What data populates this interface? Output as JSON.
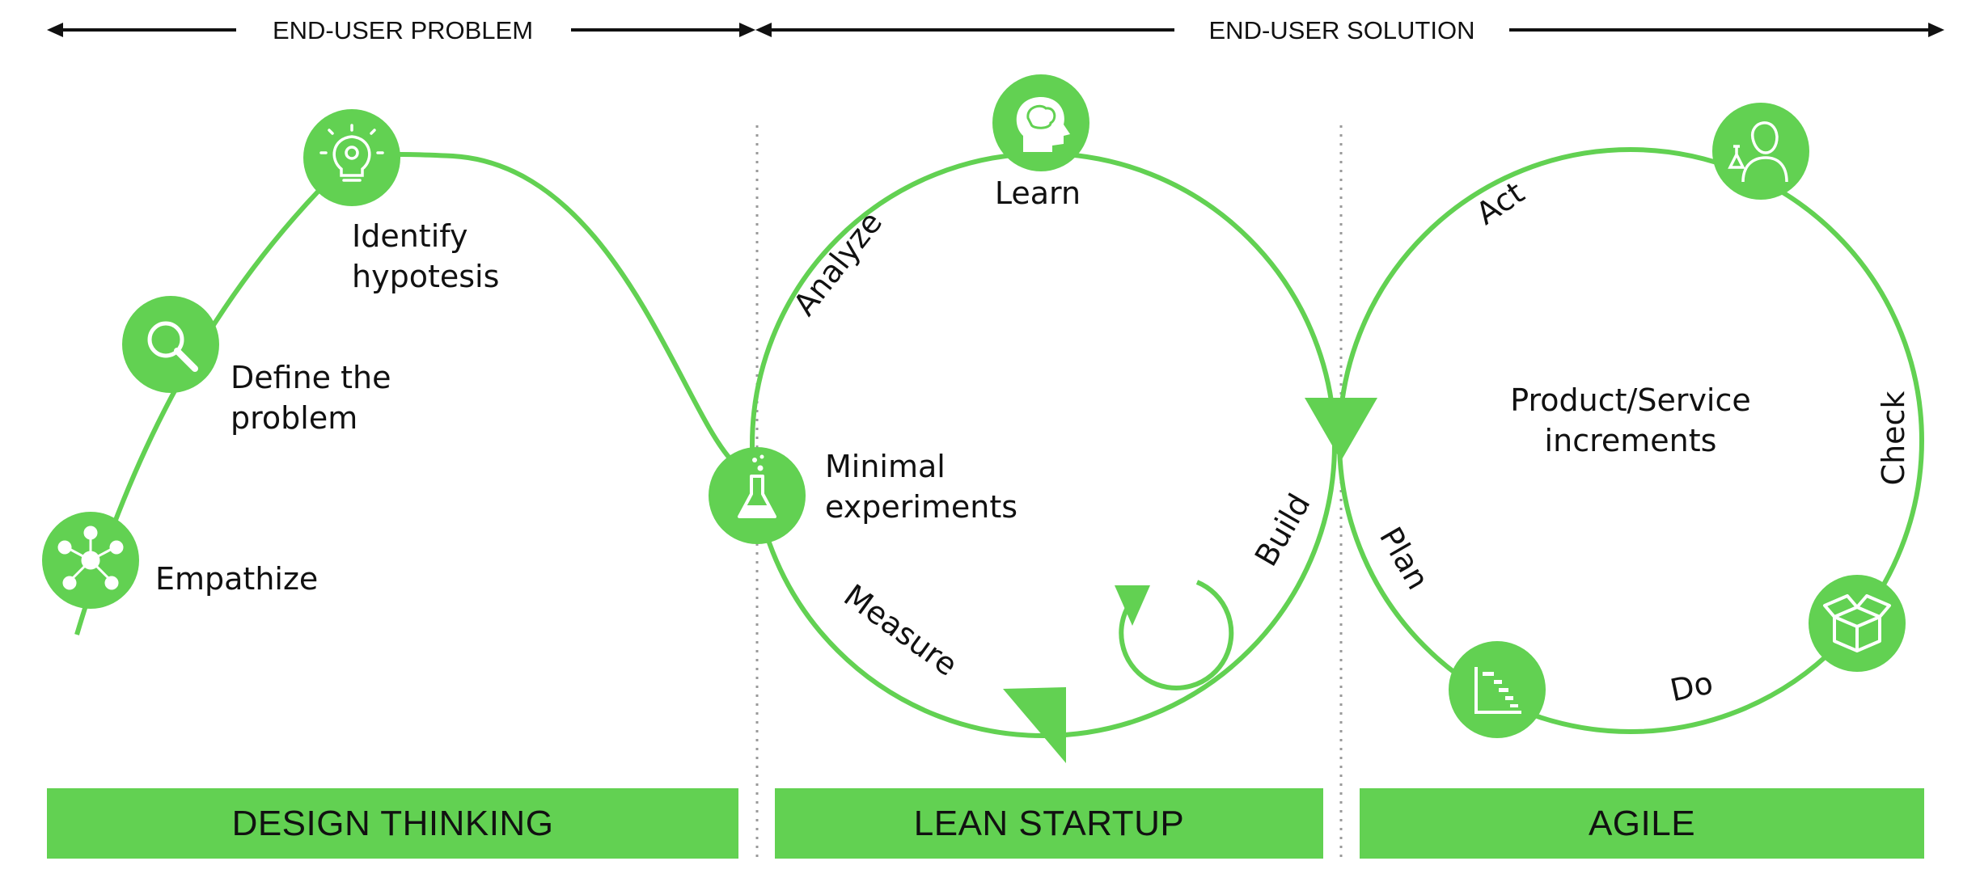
{
  "header": {
    "problem_label": "END-USER PROBLEM",
    "solution_label": "END-USER SOLUTION"
  },
  "design_thinking": {
    "steps": {
      "empathize": "Empathize",
      "define_line1": "Define the",
      "define_line2": "problem",
      "identify_line1": "Identify",
      "identify_line2": "hypotesis"
    },
    "icons": [
      "network-icon",
      "magnifier-icon",
      "lightbulb-icon"
    ]
  },
  "lean_startup": {
    "learn": "Learn",
    "analyze": "Analyze",
    "build": "Build",
    "measure": "Measure",
    "experiments_line1": "Minimal",
    "experiments_line2": "experiments",
    "icons": [
      "brain-head-icon",
      "flask-icon",
      "cycle-arrow-icon"
    ]
  },
  "agile": {
    "center_line1": "Product/Service",
    "center_line2": "increments",
    "act": "Act",
    "check": "Check",
    "do": "Do",
    "plan": "Plan",
    "icons": [
      "scientist-icon",
      "box-icon",
      "gantt-chart-icon"
    ]
  },
  "bands": {
    "design": "DESIGN THINKING",
    "lean": "LEAN STARTUP",
    "agile": "AGILE"
  },
  "colors": {
    "accent": "#62d152",
    "text": "#111111",
    "divider": "#9a9a9a"
  }
}
